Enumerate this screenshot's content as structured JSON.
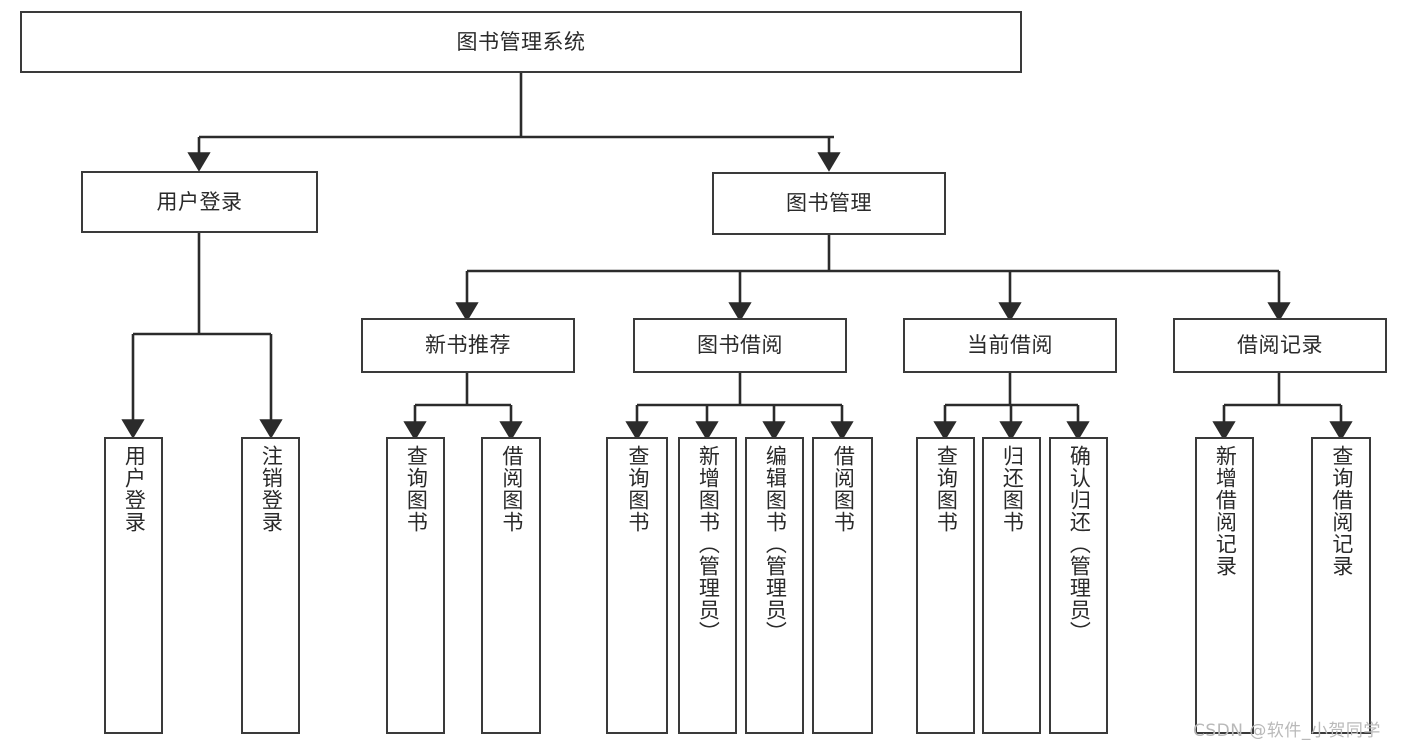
{
  "diagram": {
    "title": "图书管理系统",
    "type": "tree",
    "watermark": "CSDN @软件_小贺同学",
    "root": {
      "id": "root",
      "label": "图书管理系统"
    },
    "level2": [
      {
        "id": "user-login",
        "label": "用户登录"
      },
      {
        "id": "book-manage",
        "label": "图书管理"
      }
    ],
    "level3": [
      {
        "id": "new-book-rec",
        "label": "新书推荐"
      },
      {
        "id": "book-borrow",
        "label": "图书借阅"
      },
      {
        "id": "current-borrow",
        "label": "当前借阅"
      },
      {
        "id": "borrow-record",
        "label": "借阅记录"
      }
    ],
    "leaves": {
      "user_login": [
        {
          "id": "leaf-user-login",
          "label": "用户登录"
        },
        {
          "id": "leaf-user-logout",
          "label": "注销登录"
        }
      ],
      "new_book_rec": [
        {
          "id": "leaf-query-book-1",
          "label": "查询图书"
        },
        {
          "id": "leaf-borrow-book-1",
          "label": "借阅图书"
        }
      ],
      "book_borrow": [
        {
          "id": "leaf-query-book-2",
          "label": "查询图书"
        },
        {
          "id": "leaf-add-book",
          "label": "新增图书（管理员）"
        },
        {
          "id": "leaf-edit-book",
          "label": "编辑图书（管理员）"
        },
        {
          "id": "leaf-borrow-book-2",
          "label": "借阅图书"
        }
      ],
      "current_borrow": [
        {
          "id": "leaf-query-book-3",
          "label": "查询图书"
        },
        {
          "id": "leaf-return-book",
          "label": "归还图书"
        },
        {
          "id": "leaf-confirm-return",
          "label": "确认归还（管理员）"
        }
      ],
      "borrow_record": [
        {
          "id": "leaf-add-record",
          "label": "新增借阅记录"
        },
        {
          "id": "leaf-query-record",
          "label": "查询借阅记录"
        }
      ]
    },
    "colors": {
      "box_border": "#3a3a3a",
      "box_fill": "#ffffff",
      "edge": "#2b2b2b",
      "text": "#2a2a2a",
      "watermark": "#b9b9b9",
      "background": "#ffffff"
    }
  }
}
